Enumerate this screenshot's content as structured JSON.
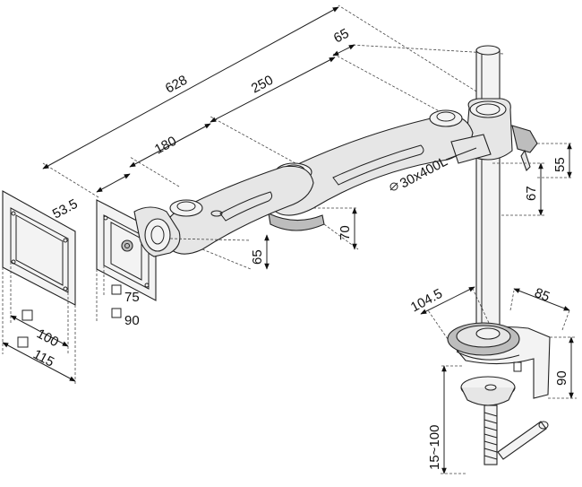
{
  "dimensions": {
    "total_length": "628",
    "arm_outer": "250",
    "arm_inner": "180",
    "tilt_offset": "53.5",
    "clamp_offset": "65",
    "pole": "30x400L",
    "pole_prefix": "Ø",
    "arm_height_inner": "65",
    "arm_height_outer": "70",
    "collar_height": "55",
    "collar_to_arm": "67",
    "base_width": "104.5",
    "base_depth": "85",
    "clamp_height": "90",
    "clamp_range": "15~100",
    "vesa_75": "75",
    "vesa_90": "90",
    "vesa_100": "100",
    "vesa_115": "115"
  }
}
